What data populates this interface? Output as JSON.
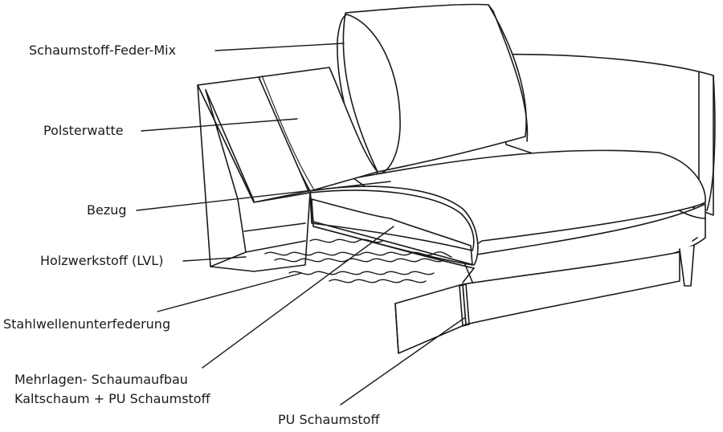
{
  "diagram": {
    "labels": {
      "feather_mix": "Schaumstoff-Feder-Mix",
      "wadding": "Polsterwatte",
      "cover": "Bezug",
      "lvl": "Holzwerkstoff (LVL)",
      "springs": "Stahlwellenunterfederung",
      "multilayer_line1": "Mehrlagen- Schaumaufbau",
      "multilayer_line2": "Kaltschaum + PU Schaumstoff",
      "pu_foam": "PU Schaumstoff"
    },
    "colors": {
      "line": "#1a1a1a",
      "background": "#ffffff"
    }
  }
}
